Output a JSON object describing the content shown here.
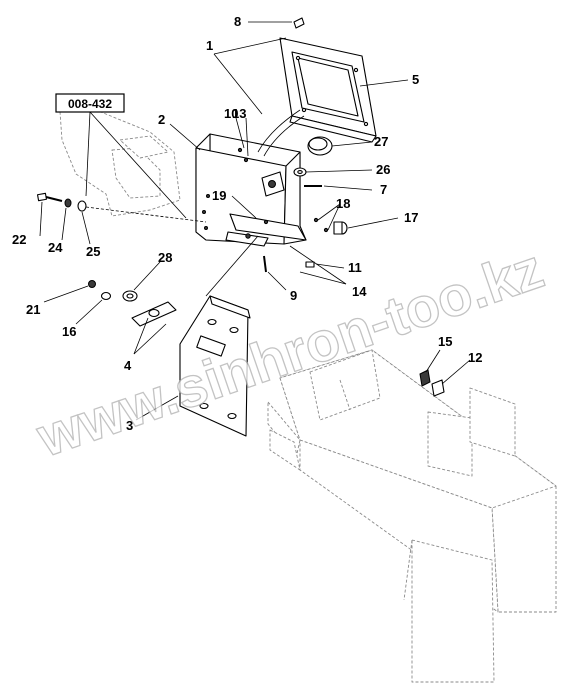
{
  "diagram": {
    "reference_box": "008-432",
    "watermark": "www.sinhron-too.kz",
    "callouts": [
      {
        "id": "c1",
        "label": "1"
      },
      {
        "id": "c2",
        "label": "2"
      },
      {
        "id": "c3",
        "label": "3"
      },
      {
        "id": "c4",
        "label": "4"
      },
      {
        "id": "c5",
        "label": "5"
      },
      {
        "id": "c7",
        "label": "7"
      },
      {
        "id": "c8",
        "label": "8"
      },
      {
        "id": "c9",
        "label": "9"
      },
      {
        "id": "c10",
        "label": "10"
      },
      {
        "id": "c11",
        "label": "11"
      },
      {
        "id": "c12",
        "label": "12"
      },
      {
        "id": "c13",
        "label": "13"
      },
      {
        "id": "c14",
        "label": "14"
      },
      {
        "id": "c15",
        "label": "15"
      },
      {
        "id": "c16",
        "label": "16"
      },
      {
        "id": "c17",
        "label": "17"
      },
      {
        "id": "c18",
        "label": "18"
      },
      {
        "id": "c19",
        "label": "19"
      },
      {
        "id": "c21",
        "label": "21"
      },
      {
        "id": "c22",
        "label": "22"
      },
      {
        "id": "c24",
        "label": "24"
      },
      {
        "id": "c25",
        "label": "25"
      },
      {
        "id": "c26",
        "label": "26"
      },
      {
        "id": "c27",
        "label": "27"
      },
      {
        "id": "c28",
        "label": "28"
      }
    ]
  }
}
